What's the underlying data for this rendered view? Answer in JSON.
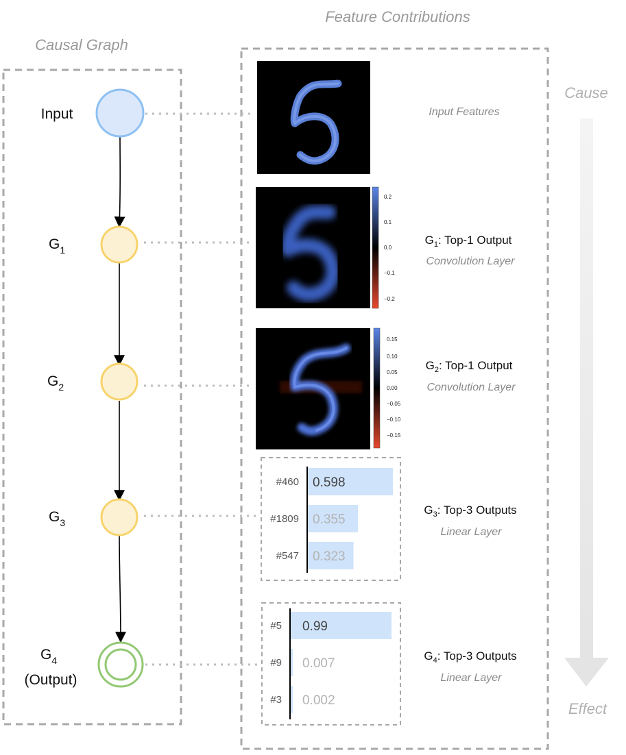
{
  "titles": {
    "causal_graph": "Causal Graph",
    "feature_contributions": "Feature Contributions"
  },
  "nodes": [
    {
      "label": "Input",
      "sub": "",
      "suffix": "",
      "color": "#8ec0f2",
      "fill": "#dbe8fb"
    },
    {
      "label": "G",
      "sub": "1",
      "suffix": "",
      "color": "#f7d36b",
      "fill": "#fdf1d4"
    },
    {
      "label": "G",
      "sub": "2",
      "suffix": "",
      "color": "#f7d36b",
      "fill": "#fdf1d4"
    },
    {
      "label": "G",
      "sub": "3",
      "suffix": "",
      "color": "#f7d36b",
      "fill": "#fdf1d4"
    },
    {
      "label": "G",
      "sub": "4",
      "suffix": "(Output)",
      "color": "#92c873",
      "fill": "#ffffff"
    }
  ],
  "panels": {
    "input": {
      "caption": "Input Features"
    },
    "g1": {
      "caption_prefix": "G",
      "caption_sub": "1",
      "caption_main": ": Top-1 Output",
      "caption_layer": "Convolution Layer",
      "colorbar_ticks": [
        "0.2",
        "0.1",
        "0.0",
        "−0.1",
        "−0.2"
      ]
    },
    "g2": {
      "caption_prefix": "G",
      "caption_sub": "2",
      "caption_main": ": Top-1 Output",
      "caption_layer": "Convolution Layer",
      "colorbar_ticks": [
        "0.15",
        "0.10",
        "0.05",
        "0.00",
        "−0.05",
        "−0.10",
        "−0.15"
      ]
    },
    "g3": {
      "caption_prefix": "G",
      "caption_sub": "3",
      "caption_main": ": Top-3 Outputs",
      "caption_layer": "Linear Layer",
      "bars": [
        {
          "id": "#460",
          "value": 0.598,
          "label": "0.598"
        },
        {
          "id": "#1809",
          "value": 0.355,
          "label": "0.355"
        },
        {
          "id": "#547",
          "value": 0.323,
          "label": "0.323"
        }
      ]
    },
    "g4": {
      "caption_prefix": "G",
      "caption_sub": "4",
      "caption_main": ": Top-3 Outputs",
      "caption_layer": "Linear Layer",
      "bars": [
        {
          "id": "#5",
          "value": 0.99,
          "label": "0.99"
        },
        {
          "id": "#9",
          "value": 0.007,
          "label": "0.007"
        },
        {
          "id": "#3",
          "value": 0.002,
          "label": "0.002"
        }
      ]
    }
  },
  "side_labels": {
    "cause": "Cause",
    "effect": "Effect"
  },
  "colors": {
    "bar": "#cfe3fa",
    "dashed": "#a8a8a8",
    "image_bg": "#000000",
    "stroke_blue": "#5a85e6"
  }
}
